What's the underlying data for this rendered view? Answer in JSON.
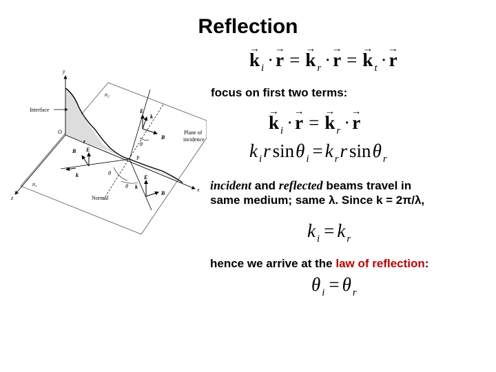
{
  "slide": {
    "title": "Reflection",
    "eq1": {
      "terms": [
        {
          "vec": "k",
          "sub": "i",
          "dot": "·",
          "r": "r"
        },
        {
          "vec": "k",
          "sub": "r",
          "dot": "·",
          "r": "r"
        },
        {
          "vec": "k",
          "sub": "t",
          "dot": "·",
          "r": "r"
        }
      ],
      "equals": "="
    },
    "focus_text": "focus on first two terms:",
    "eq2": {
      "terms": [
        {
          "vec": "k",
          "sub": "i",
          "dot": "·",
          "r": "r"
        },
        {
          "vec": "k",
          "sub": "r",
          "dot": "·",
          "r": "r"
        }
      ],
      "equals": "="
    },
    "eq3": {
      "k": "k",
      "sub_i": "i",
      "r": "r",
      "sin": "sin",
      "theta": "θ",
      "sub_r": "r",
      "equals": "="
    },
    "para": {
      "incident": "incident",
      "and": " and ",
      "reflected": "reflected",
      "rest1": " beams travel in",
      "line2": "same medium; same λ. Since k = 2π/λ,"
    },
    "eq4": {
      "k": "k",
      "sub_i": "i",
      "sub_r": "r",
      "equals": "="
    },
    "hence": {
      "prefix": "hence we arrive at the ",
      "highlight": "law of reflection",
      "suffix": ":",
      "highlight_color": "#c00000"
    },
    "eq5": {
      "theta": "θ",
      "sub_i": "i",
      "sub_r": "r",
      "equals": "="
    }
  },
  "diagram": {
    "labels": {
      "y": "y",
      "x": "x",
      "z": "z",
      "O": "O",
      "P": "P",
      "n1": "n₁",
      "n2": "n₂",
      "interface": "Interface",
      "plane1": "Plane of",
      "plane2": "incidence",
      "normal": "Normal",
      "r": "r",
      "Et": "E",
      "kt": "k",
      "Bt": "B",
      "t": "t",
      "Er": "E",
      "Br": "B",
      "kr": "k",
      "rsub": "r",
      "E": "E",
      "B": "B",
      "k": "k",
      "theta": "θ",
      "theta_r": "θ",
      "theta_t": "θ"
    }
  }
}
